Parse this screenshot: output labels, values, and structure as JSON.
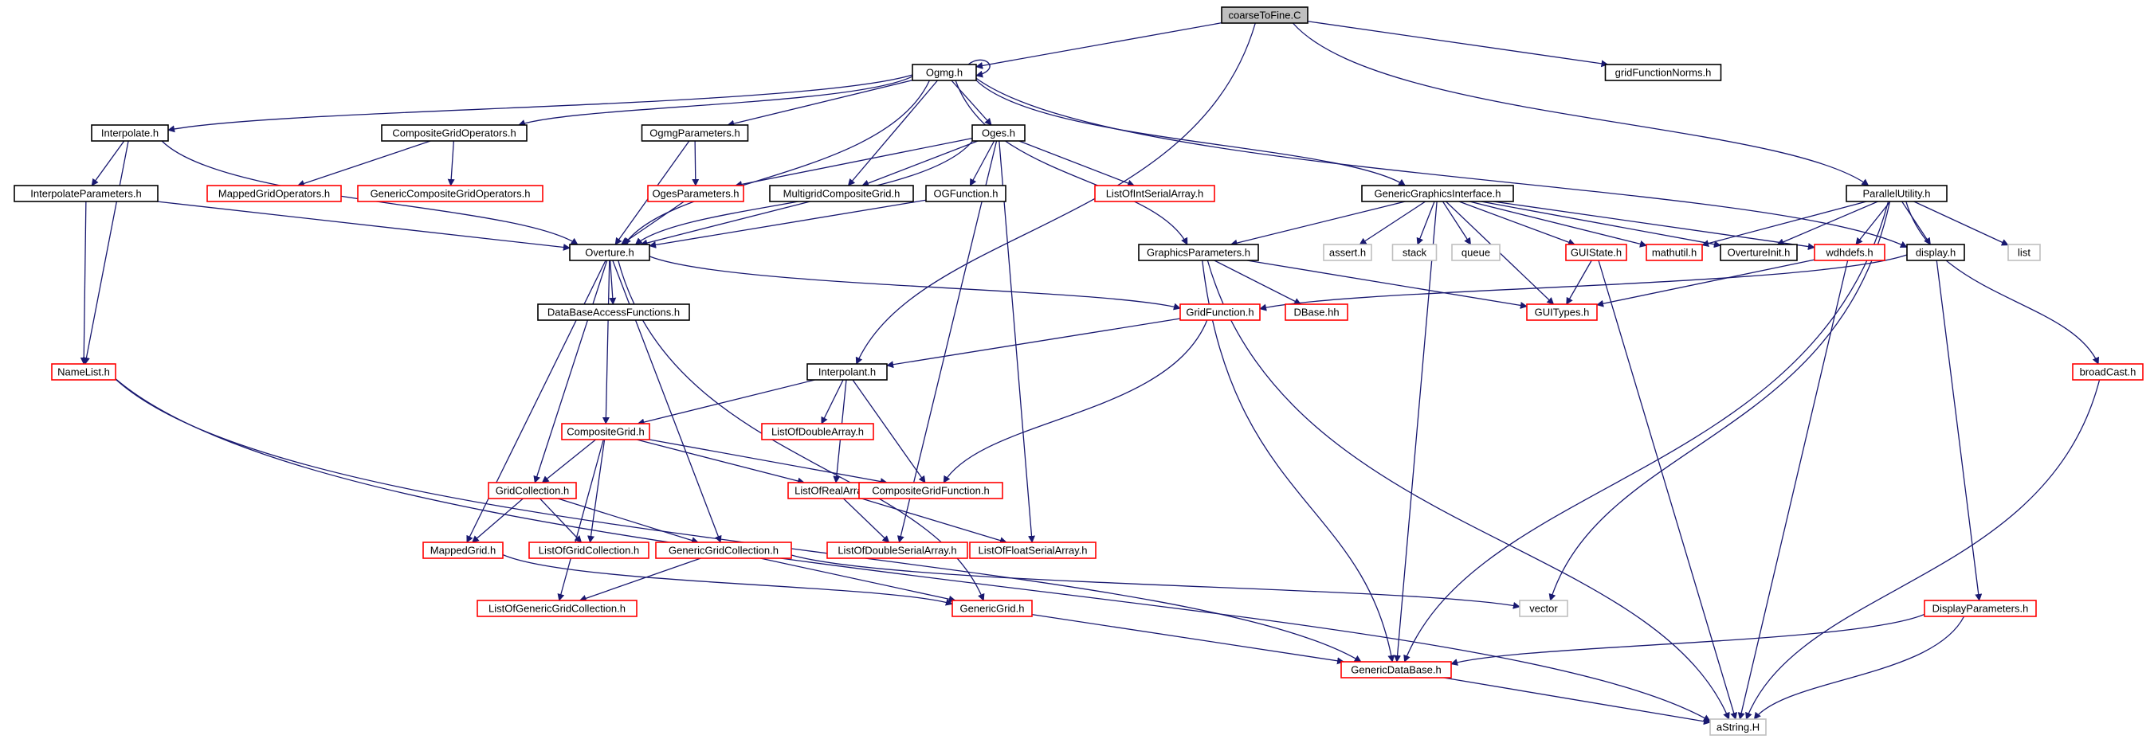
{
  "colors": {
    "edge": "#191970",
    "border_black": "#000000",
    "border_red": "#ff0000",
    "border_gray": "#bfbfbf",
    "root_fill": "#bfbfbf"
  },
  "nodes": [
    {
      "id": "coarseToFine",
      "label": "coarseToFine.C",
      "kind": "root"
    },
    {
      "id": "ogmg",
      "label": "Ogmg.h",
      "kind": "black"
    },
    {
      "id": "gridFunctionNorms",
      "label": "gridFunctionNorms.h",
      "kind": "black"
    },
    {
      "id": "interpolate",
      "label": "Interpolate.h",
      "kind": "black"
    },
    {
      "id": "compositeGridOperators",
      "label": "CompositeGridOperators.h",
      "kind": "black"
    },
    {
      "id": "ogmgParameters",
      "label": "OgmgParameters.h",
      "kind": "black"
    },
    {
      "id": "oges",
      "label": "Oges.h",
      "kind": "black"
    },
    {
      "id": "genericGraphicsInterface",
      "label": "GenericGraphicsInterface.h",
      "kind": "black"
    },
    {
      "id": "parallelUtility",
      "label": "ParallelUtility.h",
      "kind": "black"
    },
    {
      "id": "interpolateParameters",
      "label": "InterpolateParameters.h",
      "kind": "black"
    },
    {
      "id": "mappedGridOperators",
      "label": "MappedGridOperators.h",
      "kind": "red"
    },
    {
      "id": "genericCompositeGridOperators",
      "label": "GenericCompositeGridOperators.h",
      "kind": "red"
    },
    {
      "id": "ogesParameters",
      "label": "OgesParameters.h",
      "kind": "red"
    },
    {
      "id": "multigridCompositeGrid",
      "label": "MultigridCompositeGrid.h",
      "kind": "black"
    },
    {
      "id": "ogFunction",
      "label": "OGFunction.h",
      "kind": "black"
    },
    {
      "id": "listOfIntSerialArray",
      "label": "ListOfIntSerialArray.h",
      "kind": "red"
    },
    {
      "id": "overture",
      "label": "Overture.h",
      "kind": "black"
    },
    {
      "id": "graphicsParameters",
      "label": "GraphicsParameters.h",
      "kind": "black"
    },
    {
      "id": "assert",
      "label": "assert.h",
      "kind": "gray"
    },
    {
      "id": "stack",
      "label": "stack",
      "kind": "gray"
    },
    {
      "id": "queue",
      "label": "queue",
      "kind": "gray"
    },
    {
      "id": "guiState",
      "label": "GUIState.h",
      "kind": "red"
    },
    {
      "id": "mathutil",
      "label": "mathutil.h",
      "kind": "red"
    },
    {
      "id": "overtureInit",
      "label": "OvertureInit.h",
      "kind": "black"
    },
    {
      "id": "wdhdefs",
      "label": "wdhdefs.h",
      "kind": "red"
    },
    {
      "id": "display",
      "label": "display.h",
      "kind": "black"
    },
    {
      "id": "list",
      "label": "list",
      "kind": "gray"
    },
    {
      "id": "dataBaseAccessFunctions",
      "label": "DataBaseAccessFunctions.h",
      "kind": "black"
    },
    {
      "id": "gridFunction",
      "label": "GridFunction.h",
      "kind": "red"
    },
    {
      "id": "dbase",
      "label": "DBase.hh",
      "kind": "red"
    },
    {
      "id": "guiTypes",
      "label": "GUITypes.h",
      "kind": "red"
    },
    {
      "id": "nameList",
      "label": "NameList.h",
      "kind": "red"
    },
    {
      "id": "interpolant",
      "label": "Interpolant.h",
      "kind": "black"
    },
    {
      "id": "broadCast",
      "label": "broadCast.h",
      "kind": "red"
    },
    {
      "id": "compositeGrid",
      "label": "CompositeGrid.h",
      "kind": "red"
    },
    {
      "id": "listOfDoubleArray",
      "label": "ListOfDoubleArray.h",
      "kind": "red"
    },
    {
      "id": "gridCollection",
      "label": "GridCollection.h",
      "kind": "red"
    },
    {
      "id": "listOfRealArray",
      "label": "ListOfRealArray.h",
      "kind": "red"
    },
    {
      "id": "compositeGridFunction",
      "label": "CompositeGridFunction.h",
      "kind": "red"
    },
    {
      "id": "mappedGrid",
      "label": "MappedGrid.h",
      "kind": "red"
    },
    {
      "id": "listOfGridCollection",
      "label": "ListOfGridCollection.h",
      "kind": "red"
    },
    {
      "id": "genericGridCollection",
      "label": "GenericGridCollection.h",
      "kind": "red"
    },
    {
      "id": "listOfDoubleSerialArray",
      "label": "ListOfDoubleSerialArray.h",
      "kind": "red"
    },
    {
      "id": "listOfFloatSerialArray",
      "label": "ListOfFloatSerialArray.h",
      "kind": "red"
    },
    {
      "id": "listOfGenericGridCollection",
      "label": "ListOfGenericGridCollection.h",
      "kind": "red"
    },
    {
      "id": "genericGrid",
      "label": "GenericGrid.h",
      "kind": "red"
    },
    {
      "id": "vector",
      "label": "vector",
      "kind": "gray"
    },
    {
      "id": "displayParameters",
      "label": "DisplayParameters.h",
      "kind": "red"
    },
    {
      "id": "genericDataBase",
      "label": "GenericDataBase.h",
      "kind": "red"
    },
    {
      "id": "aString",
      "label": "aString.H",
      "kind": "gray"
    }
  ],
  "edges": [
    [
      "coarseToFine",
      "ogmg"
    ],
    [
      "coarseToFine",
      "gridFunctionNorms"
    ],
    [
      "coarseToFine",
      "parallelUtility"
    ],
    [
      "coarseToFine",
      "interpolant"
    ],
    [
      "ogmg",
      "ogmg"
    ],
    [
      "ogmg",
      "interpolate"
    ],
    [
      "ogmg",
      "compositeGridOperators"
    ],
    [
      "ogmg",
      "ogmgParameters"
    ],
    [
      "ogmg",
      "oges"
    ],
    [
      "ogmg",
      "genericGraphicsInterface"
    ],
    [
      "ogmg",
      "overture"
    ],
    [
      "ogmg",
      "multigridCompositeGrid"
    ],
    [
      "ogmg",
      "graphicsParameters"
    ],
    [
      "ogmg",
      "display"
    ],
    [
      "interpolate",
      "interpolateParameters"
    ],
    [
      "interpolate",
      "overture"
    ],
    [
      "interpolate",
      "nameList"
    ],
    [
      "compositeGridOperators",
      "mappedGridOperators"
    ],
    [
      "compositeGridOperators",
      "genericCompositeGridOperators"
    ],
    [
      "ogmgParameters",
      "ogesParameters"
    ],
    [
      "ogmgParameters",
      "overture"
    ],
    [
      "oges",
      "ogesParameters"
    ],
    [
      "oges",
      "multigridCompositeGrid"
    ],
    [
      "oges",
      "ogFunction"
    ],
    [
      "oges",
      "listOfIntSerialArray"
    ],
    [
      "oges",
      "overture"
    ],
    [
      "oges",
      "listOfFloatSerialArray"
    ],
    [
      "oges",
      "listOfDoubleSerialArray"
    ],
    [
      "interpolateParameters",
      "overture"
    ],
    [
      "interpolateParameters",
      "nameList"
    ],
    [
      "ogesParameters",
      "overture"
    ],
    [
      "multigridCompositeGrid",
      "overture"
    ],
    [
      "ogFunction",
      "overture"
    ],
    [
      "overture",
      "dataBaseAccessFunctions"
    ],
    [
      "overture",
      "gridFunction"
    ],
    [
      "overture",
      "compositeGrid"
    ],
    [
      "overture",
      "gridCollection"
    ],
    [
      "overture",
      "genericGridCollection"
    ],
    [
      "overture",
      "mappedGrid"
    ],
    [
      "overture",
      "genericGrid"
    ],
    [
      "genericGraphicsInterface",
      "graphicsParameters"
    ],
    [
      "genericGraphicsInterface",
      "assert"
    ],
    [
      "genericGraphicsInterface",
      "stack"
    ],
    [
      "genericGraphicsInterface",
      "queue"
    ],
    [
      "genericGraphicsInterface",
      "guiState"
    ],
    [
      "genericGraphicsInterface",
      "mathutil"
    ],
    [
      "genericGraphicsInterface",
      "overtureInit"
    ],
    [
      "genericGraphicsInterface",
      "wdhdefs"
    ],
    [
      "genericGraphicsInterface",
      "guiTypes"
    ],
    [
      "genericGraphicsInterface",
      "genericDataBase"
    ],
    [
      "graphicsParameters",
      "dbase"
    ],
    [
      "graphicsParameters",
      "guiTypes"
    ],
    [
      "graphicsParameters",
      "genericDataBase"
    ],
    [
      "graphicsParameters",
      "aString"
    ],
    [
      "guiState",
      "guiTypes"
    ],
    [
      "guiState",
      "aString"
    ],
    [
      "wdhdefs",
      "guiTypes"
    ],
    [
      "wdhdefs",
      "aString"
    ],
    [
      "parallelUtility",
      "overtureInit"
    ],
    [
      "parallelUtility",
      "wdhdefs"
    ],
    [
      "parallelUtility",
      "display"
    ],
    [
      "parallelUtility",
      "mathutil"
    ],
    [
      "parallelUtility",
      "list"
    ],
    [
      "parallelUtility",
      "broadCast"
    ],
    [
      "parallelUtility",
      "vector"
    ],
    [
      "parallelUtility",
      "genericDataBase"
    ],
    [
      "display",
      "gridFunction"
    ],
    [
      "display",
      "displayParameters"
    ],
    [
      "gridFunction",
      "interpolant"
    ],
    [
      "gridFunction",
      "compositeGridFunction"
    ],
    [
      "nameList",
      "genericDataBase"
    ],
    [
      "nameList",
      "aString"
    ],
    [
      "interpolant",
      "compositeGrid"
    ],
    [
      "interpolant",
      "listOfDoubleArray"
    ],
    [
      "interpolant",
      "listOfRealArray"
    ],
    [
      "interpolant",
      "compositeGridFunction"
    ],
    [
      "broadCast",
      "aString"
    ],
    [
      "compositeGrid",
      "gridCollection"
    ],
    [
      "compositeGrid",
      "listOfGridCollection"
    ],
    [
      "compositeGrid",
      "listOfRealArray"
    ],
    [
      "compositeGrid",
      "compositeGridFunction"
    ],
    [
      "compositeGrid",
      "listOfGenericGridCollection"
    ],
    [
      "gridCollection",
      "mappedGrid"
    ],
    [
      "gridCollection",
      "listOfGridCollection"
    ],
    [
      "gridCollection",
      "genericGridCollection"
    ],
    [
      "listOfRealArray",
      "listOfDoubleSerialArray"
    ],
    [
      "listOfRealArray",
      "listOfFloatSerialArray"
    ],
    [
      "mappedGrid",
      "genericGrid"
    ],
    [
      "genericGridCollection",
      "listOfGenericGridCollection"
    ],
    [
      "genericGridCollection",
      "genericGrid"
    ],
    [
      "genericGridCollection",
      "vector"
    ],
    [
      "genericGrid",
      "genericDataBase"
    ],
    [
      "displayParameters",
      "genericDataBase"
    ],
    [
      "displayParameters",
      "aString"
    ],
    [
      "genericDataBase",
      "aString"
    ]
  ]
}
